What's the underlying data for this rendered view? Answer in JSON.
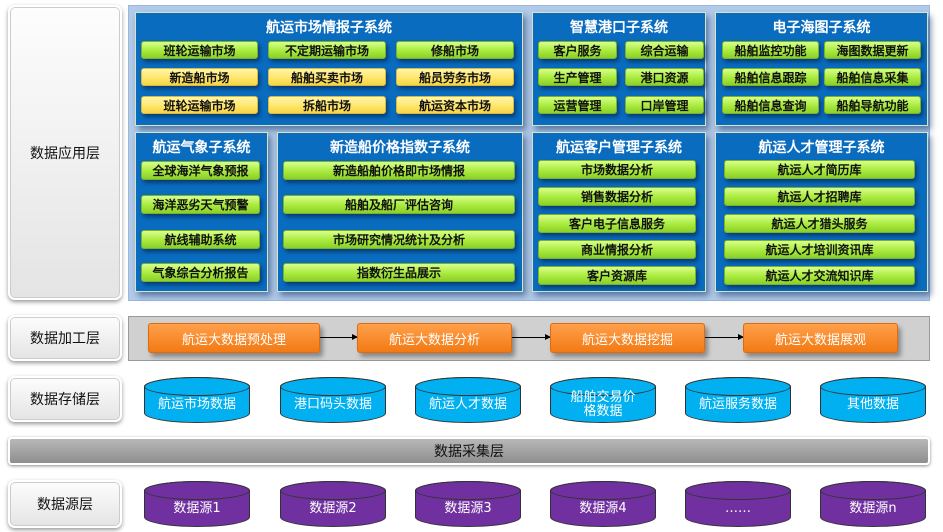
{
  "layers": {
    "app": "数据应用层",
    "process": "数据加工层",
    "storage": "数据存储层",
    "collect": "数据采集层",
    "source": "数据源层"
  },
  "market": {
    "title": "航运市场情报子系统",
    "items": [
      "班轮运输市场",
      "不定期运输市场",
      "修船市场",
      "新造船市场",
      "船舶买卖市场",
      "船员劳务市场",
      "班轮运输市场",
      "拆船市场",
      "航运资本市场"
    ]
  },
  "port": {
    "title": "智慧港口子系统",
    "items": [
      "客户服务",
      "综合运输",
      "生产管理",
      "港口资源",
      "运营管理",
      "口岸管理"
    ]
  },
  "chart": {
    "title": "电子海图子系统",
    "items": [
      "船舶监控功能",
      "海图数据更新",
      "船舶信息跟踪",
      "船舶信息采集",
      "船舶信息查询",
      "船舶导航功能"
    ]
  },
  "weather": {
    "title": "航运气象子系统",
    "items": [
      "全球海洋气象预报",
      "海洋恶劣天气预警",
      "航线辅助系统",
      "气象综合分析报告"
    ]
  },
  "index": {
    "title": "新造船价格指数子系统",
    "items": [
      "新造船舶价格即市场情报",
      "船舶及船厂评估咨询",
      "市场研究情况统计及分析",
      "指数衍生品展示"
    ]
  },
  "customer": {
    "title": "航运客户管理子系统",
    "items": [
      "市场数据分析",
      "销售数据分析",
      "客户电子信息服务",
      "商业情报分析",
      "客户资源库"
    ]
  },
  "talent": {
    "title": "航运人才管理子系统",
    "items": [
      "航运人才简历库",
      "航运人才招聘库",
      "航运人才猎头服务",
      "航运人才培训资讯库",
      "航运人才交流知识库"
    ]
  },
  "processing": [
    "航运大数据预处理",
    "航运大数据分析",
    "航运大数据挖掘",
    "航运大数据展观"
  ],
  "storage": [
    "航运市场数据",
    "港口码头数据",
    "航运人才数据",
    "船舶交易价格数据",
    "航运服务数据",
    "其他数据"
  ],
  "sources": [
    "数据源1",
    "数据源2",
    "数据源3",
    "数据源4",
    "……",
    "数据源n"
  ]
}
